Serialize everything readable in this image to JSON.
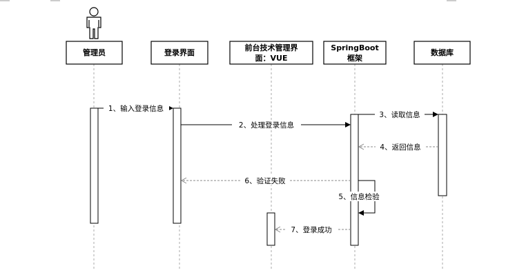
{
  "participants": [
    {
      "id": "admin",
      "label_lines": [
        "管理员"
      ],
      "has_actor_icon": true
    },
    {
      "id": "login_ui",
      "label_lines": [
        "登录界面"
      ]
    },
    {
      "id": "frontend",
      "label_lines": [
        "前台技术管理界",
        "面：VUE"
      ]
    },
    {
      "id": "springboot",
      "label_lines": [
        "SpringBoot",
        "框架"
      ]
    },
    {
      "id": "db",
      "label_lines": [
        "数据库"
      ]
    }
  ],
  "messages": [
    {
      "id": "m1",
      "from": "admin",
      "to": "login_ui",
      "label": "1、输入登录信息",
      "style": "solid"
    },
    {
      "id": "m2",
      "from": "login_ui",
      "to": "springboot",
      "label": "2、处理登录信息",
      "style": "solid"
    },
    {
      "id": "m3",
      "from": "springboot",
      "to": "db",
      "label": "3、读取信息",
      "style": "solid"
    },
    {
      "id": "m4",
      "from": "db",
      "to": "springboot",
      "label": "4、返回信息",
      "style": "dashed"
    },
    {
      "id": "m5",
      "from": "springboot",
      "to": "springboot",
      "label": "5、信息检验",
      "style": "self"
    },
    {
      "id": "m6",
      "from": "springboot",
      "to": "login_ui",
      "label": "6、验证失败",
      "style": "dashed"
    },
    {
      "id": "m7",
      "from": "springboot",
      "to": "frontend",
      "label": "7、登录成功",
      "style": "dashed"
    }
  ],
  "colors": {
    "line": "#000000",
    "lifeline": "#aaaaaa",
    "dashed_return": "#888888"
  }
}
